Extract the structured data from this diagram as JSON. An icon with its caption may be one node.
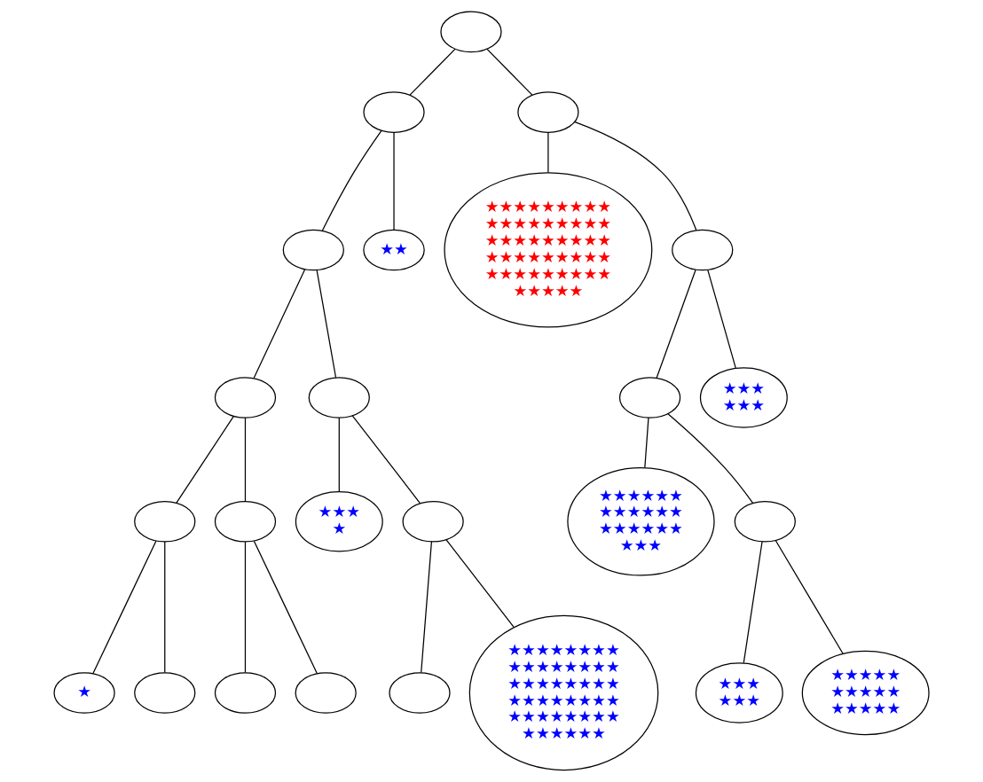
{
  "diagram": {
    "nodes": [
      {
        "text": [],
        "shape": "ellipse"
      },
      {
        "text": [],
        "shape": "ellipse"
      },
      {
        "text": [],
        "shape": "ellipse"
      },
      {
        "text": [],
        "shape": "ellipse"
      },
      {
        "text": [
          "★★"
        ]
      },
      {
        "text": [
          "★★★★★★★★★ ★★★★★★★★★ ★★★★★★★★★ ★★★★★★★★★ ★★★★★★★★★ ★★★★★"
        ]
      },
      {
        "text": [],
        "shape": "ellipse"
      },
      {
        "text": [],
        "shape": "ellipse"
      },
      {
        "text": [],
        "shape": "ellipse"
      },
      {
        "text": [],
        "shape": "ellipse"
      },
      {
        "text": [
          "★★★ ★★★"
        ]
      },
      {
        "text": [],
        "shape": "ellipse"
      },
      {
        "text": [],
        "shape": "ellipse"
      },
      {
        "text": [
          "★★★ ★"
        ]
      },
      {
        "text": [],
        "shape": "ellipse"
      },
      {
        "text": [
          "★★★★★★ ★★★★★★ ★★★★★★ ★★★"
        ]
      },
      {
        "text": [],
        "shape": "ellipse"
      },
      {
        "text": [
          "★"
        ]
      },
      {
        "text": [],
        "shape": "ellipse"
      },
      {
        "text": [],
        "shape": "ellipse"
      },
      {
        "text": [],
        "shape": "ellipse"
      },
      {
        "text": [],
        "shape": "ellipse"
      },
      {
        "text": [
          "★★★★★★★★ ★★★★★★★★ ★★★★★★★★ ★★★★★★★★ ★★★★★★★★ ★★★★★★"
        ]
      },
      {
        "text": [
          "★★★ ★★★"
        ]
      },
      {
        "text": [
          "★★★★★ ★★★★★ ★★★★★"
        ]
      }
    ],
    "edges": [
      {
        "from": 0,
        "to": 1,
        "arrow": "none"
      },
      {
        "from": 0,
        "to": 2,
        "arrow": "none"
      },
      {
        "from": 1,
        "to": 3,
        "arrow": "none"
      },
      {
        "from": 1,
        "to": 4,
        "arrow": "none"
      },
      {
        "from": 2,
        "to": 5,
        "arrow": "none"
      },
      {
        "from": 2,
        "to": 6,
        "arrow": "none"
      },
      {
        "from": 3,
        "to": 7,
        "arrow": "none"
      },
      {
        "from": 3,
        "to": 8,
        "arrow": "none"
      },
      {
        "from": 6,
        "to": 9,
        "arrow": "none"
      },
      {
        "from": 6,
        "to": 10,
        "arrow": "none"
      },
      {
        "from": 7,
        "to": 11,
        "arrow": "none"
      },
      {
        "from": 7,
        "to": 12,
        "arrow": "none"
      },
      {
        "from": 8,
        "to": 13,
        "arrow": "none"
      },
      {
        "from": 8,
        "to": 14,
        "arrow": "none"
      },
      {
        "from": 9,
        "to": 15,
        "arrow": "none"
      },
      {
        "from": 9,
        "to": 16,
        "arrow": "none"
      },
      {
        "from": 11,
        "to": 17,
        "arrow": "none"
      },
      {
        "from": 11,
        "to": 18,
        "arrow": "none"
      },
      {
        "from": 12,
        "to": 19,
        "arrow": "none"
      },
      {
        "from": 12,
        "to": 20,
        "arrow": "none"
      },
      {
        "from": 14,
        "to": 21,
        "arrow": "none"
      },
      {
        "from": 14,
        "to": 22,
        "arrow": "none"
      },
      {
        "from": 16,
        "to": 23,
        "arrow": "none"
      },
      {
        "from": 16,
        "to": 24,
        "arrow": "none"
      }
    ]
  }
}
